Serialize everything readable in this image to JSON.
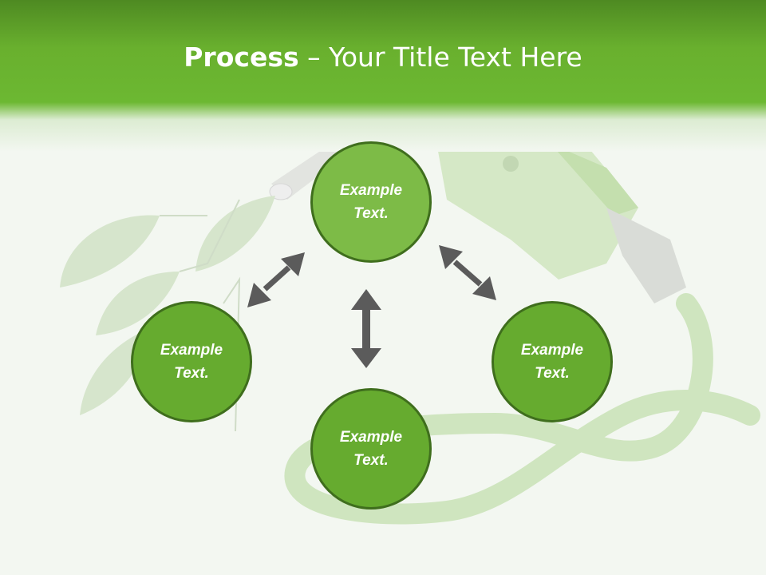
{
  "title": {
    "bold": "Process",
    "rest": " – Your Title Text Here"
  },
  "circles": {
    "top": {
      "line1": "Example",
      "line2": "Text."
    },
    "left": {
      "line1": "Example",
      "line2": "Text."
    },
    "right": {
      "line1": "Example",
      "line2": "Text."
    },
    "bottom": {
      "line1": "Example",
      "line2": "Text."
    }
  },
  "colors": {
    "header_green": "#6cb832",
    "circle_fill": "#66ab2f",
    "circle_top_fill": "#7dbb47",
    "circle_border": "#3f6e1d",
    "arrow": "#5b5b5b"
  },
  "icons": [
    "double-arrow-icon",
    "leaf-illustration",
    "fuel-nozzle-illustration"
  ]
}
